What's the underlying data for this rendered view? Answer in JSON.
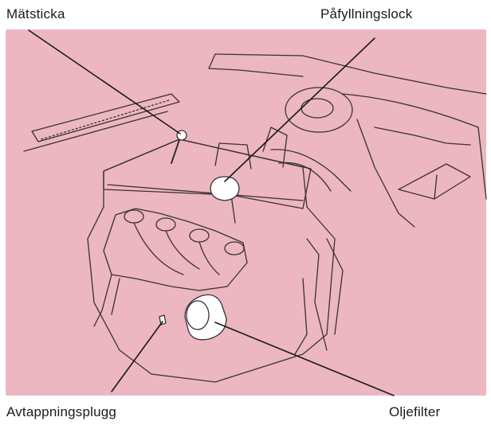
{
  "labels": {
    "dipstick": "Mätsticka",
    "filler_cap": "Påfyllningslock",
    "drain_plug": "Avtappningsplugg",
    "oil_filter": "Oljefilter"
  },
  "colors": {
    "panel": "#ecb7c1",
    "lines": "#3a3034",
    "part_fill": "#ffffff"
  }
}
